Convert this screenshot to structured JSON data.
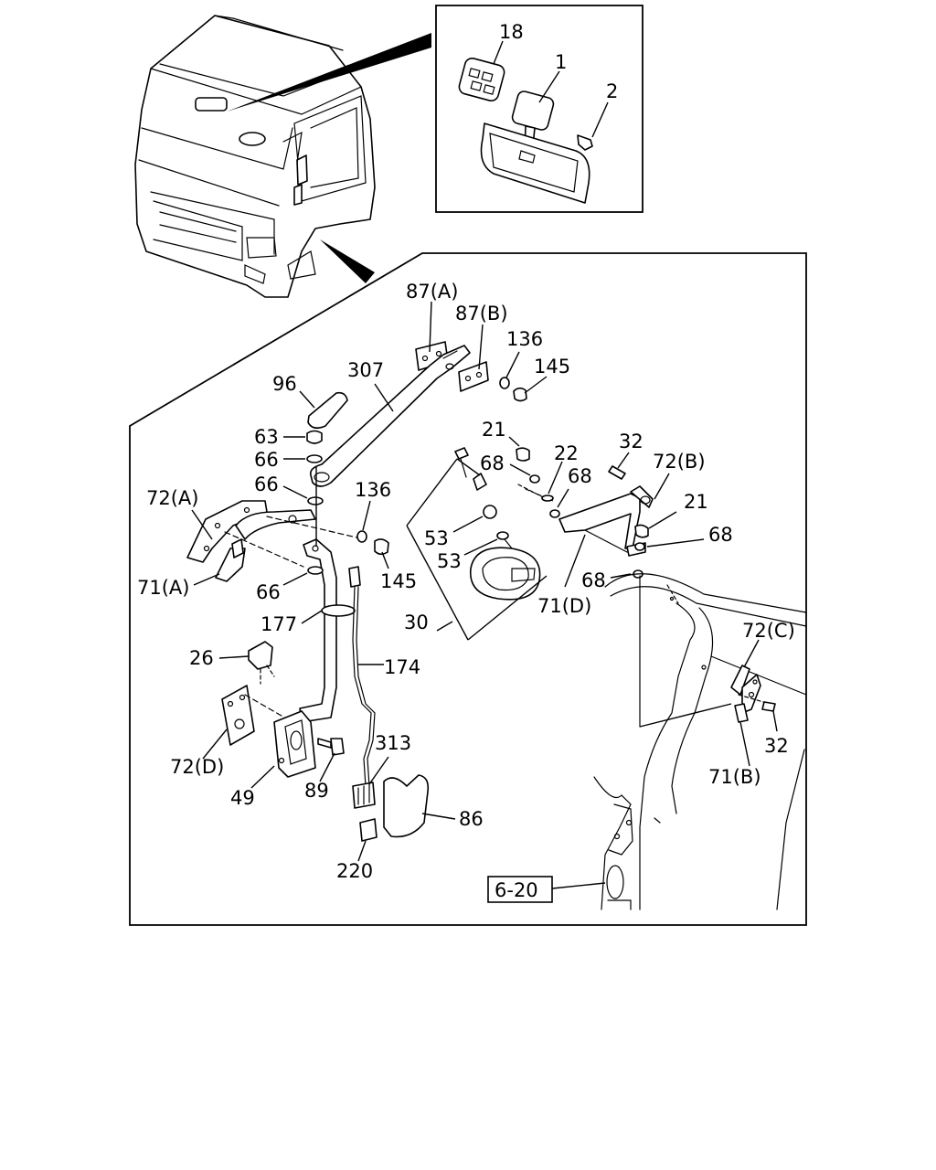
{
  "diagram": {
    "callouts": {
      "p18": "18",
      "p1": "1",
      "p2": "2",
      "p87a": "87(A)",
      "p87b": "87(B)",
      "p136_top": "136",
      "p145_top": "145",
      "p96": "96",
      "p307": "307",
      "p63": "63",
      "p66_a": "66",
      "p66_b": "66",
      "p136_mid": "136",
      "p72a": "72(A)",
      "p71a": "71(A)",
      "p66_c": "66",
      "p145_mid": "145",
      "p177": "177",
      "p26": "26",
      "p174": "174",
      "p72d": "72(D)",
      "p49": "49",
      "p89": "89",
      "p313": "313",
      "p86": "86",
      "p220": "220",
      "p21_a": "21",
      "p68_a": "68",
      "p22": "22",
      "p68_b": "68",
      "p53_a": "53",
      "p53_b": "53",
      "p30": "30",
      "p32_a": "32",
      "p72b": "72(B)",
      "p21_b": "21",
      "p68_c": "68",
      "p68_d": "68",
      "p71d": "71(D)",
      "p72c": "72(C)",
      "p32_b": "32",
      "p71b": "71(B)"
    },
    "reference_box": "6-20"
  }
}
